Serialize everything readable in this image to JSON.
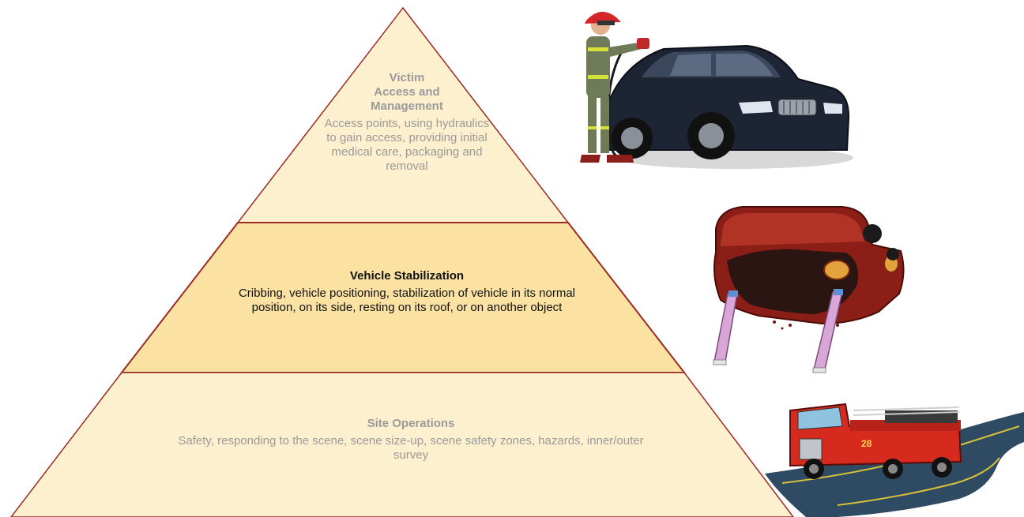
{
  "colors": {
    "tier_faded": "#fdf0cf",
    "tier_active": "#fbe2a3",
    "tier_border": "#9a2a22",
    "text_faded": "#9a9a9a",
    "text_active": "#111111"
  },
  "tiers": [
    {
      "id": "victim-access",
      "title_lines": [
        "Victim",
        "Access and",
        "Management"
      ],
      "description": "Access points, using hydraulics to gain access, providing initial medical care, packaging and removal",
      "highlighted": false
    },
    {
      "id": "vehicle-stabilization",
      "title_lines": [
        "Vehicle Stabilization"
      ],
      "description": "Cribbing, vehicle positioning, stabilization of vehicle in its normal position, on its side, resting on its roof, or on another object",
      "highlighted": true
    },
    {
      "id": "site-operations",
      "title_lines": [
        "Site Operations"
      ],
      "description": "Safety, responding to the scene, scene size-up, scene safety zones, hazards, inner/outer survey",
      "highlighted": false
    }
  ],
  "illustrations": {
    "firefighter_helmet_number": "",
    "fire_engine_number": "28"
  }
}
